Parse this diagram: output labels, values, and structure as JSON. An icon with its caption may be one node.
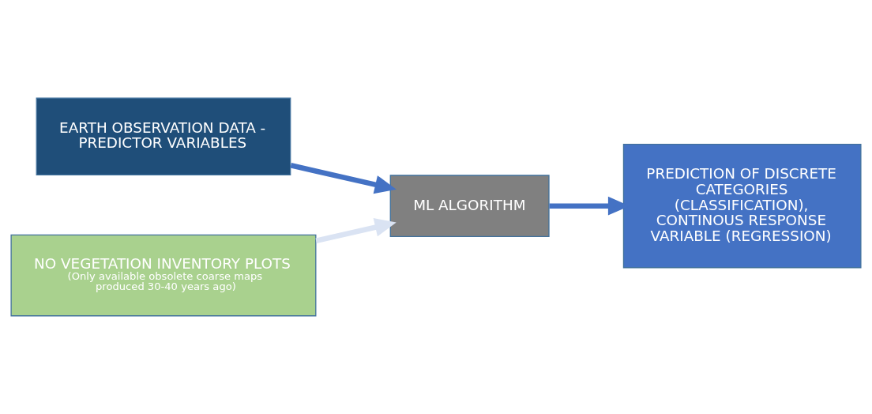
{
  "diagram": {
    "nodes": [
      {
        "text": [
          "EARTH OBSERVATION DATA - PREDICTOR VARIABLES"
        ]
      },
      {
        "text": [
          "ML ALGORITHM"
        ]
      },
      {
        "text": [
          "PREDICTION OF DISCRETE CATEGORIES (CLASSIFICATION), CONTINOUS RESPONSE VARIABLE (REGRESSION)"
        ]
      },
      {
        "text": [
          "NO VEGETATION INVENTORY PLOTS",
          "(Only available obsolete coarse maps produced 30-40 years ago)"
        ]
      }
    ],
    "edges": [
      {
        "from": 0,
        "to": 1,
        "arrow": "to"
      },
      {
        "from": 1,
        "to": 2,
        "arrow": "to"
      },
      {
        "from": 3,
        "to": 1,
        "arrow": "to",
        "color": "#dae3f3"
      }
    ]
  }
}
